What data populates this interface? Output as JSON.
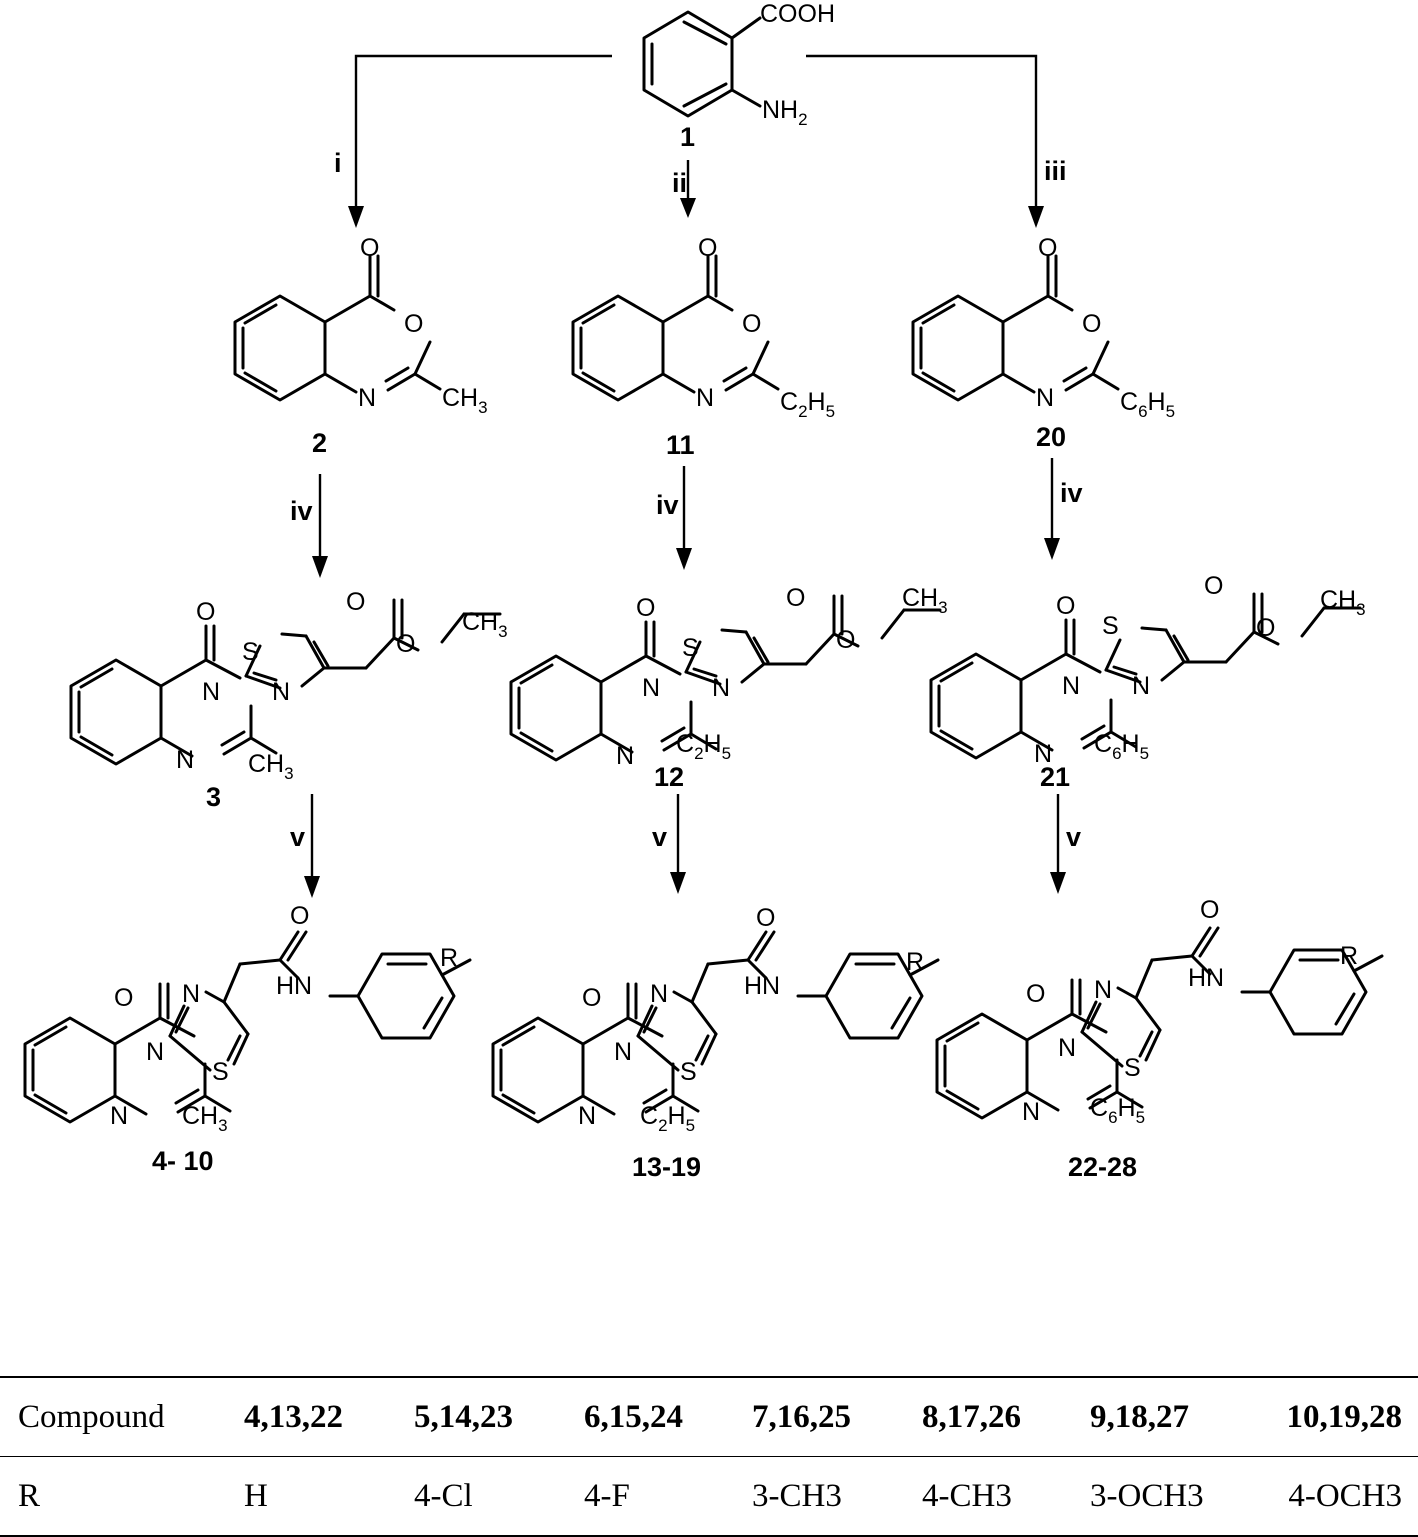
{
  "reagent_labels": {
    "i": "i",
    "ii": "ii",
    "iii": "iii",
    "iv": "iv",
    "v": "v"
  },
  "compound_labels": {
    "c1": "1",
    "c2": "2",
    "c11": "11",
    "c20": "20",
    "c3": "3",
    "c12": "12",
    "c21": "21",
    "f1": "4- 10",
    "f2": "13-19",
    "f3": "22-28"
  },
  "atoms": {
    "O": "O",
    "N": "N",
    "S": "S",
    "HN": "HN",
    "R": "R",
    "COOH": "COOH",
    "NH": "NH",
    "CH": "CH",
    "C": "C",
    "H": "H",
    "two": "2",
    "three": "3",
    "five": "5",
    "six": "6"
  },
  "table": {
    "header_label": "Compound",
    "compounds": [
      "4,13,22",
      "5,14,23",
      "6,15,24",
      "7,16,25",
      "8,17,26",
      "9,18,27",
      "10,19,28"
    ],
    "row_label": "R",
    "r_values": [
      "H",
      "4-Cl",
      "4-F",
      "3-CH3",
      "4-CH3",
      "3-OCH3",
      "4-OCH3"
    ]
  }
}
